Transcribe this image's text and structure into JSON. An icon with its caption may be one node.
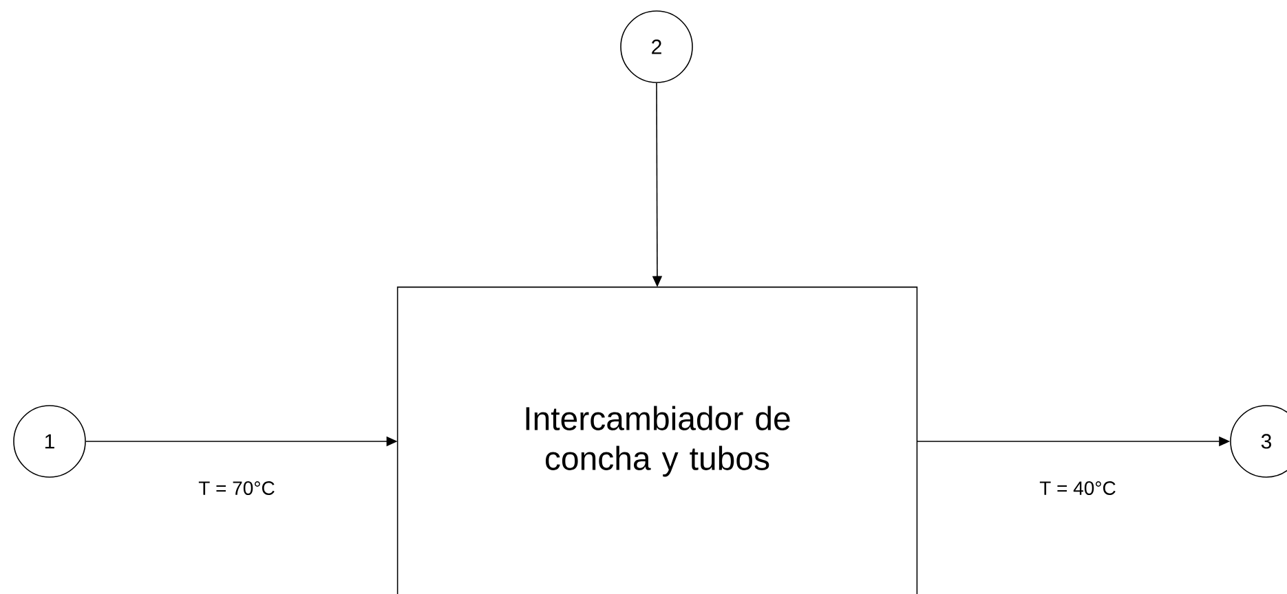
{
  "diagram": {
    "nodes": [
      {
        "text": [
          "2"
        ]
      },
      {
        "text": [
          "1"
        ]
      },
      {
        "text": [
          "Intercambiador de concha y tubos"
        ]
      },
      {
        "text": [
          "3"
        ]
      }
    ],
    "edges": [
      {
        "from": 1,
        "to": 2,
        "arrow": "to",
        "label": "T = 70°C"
      },
      {
        "from": 0,
        "to": 2,
        "arrow": "to"
      },
      {
        "from": 2,
        "to": 3,
        "arrow": "to",
        "label": "T = 40°C"
      }
    ]
  }
}
